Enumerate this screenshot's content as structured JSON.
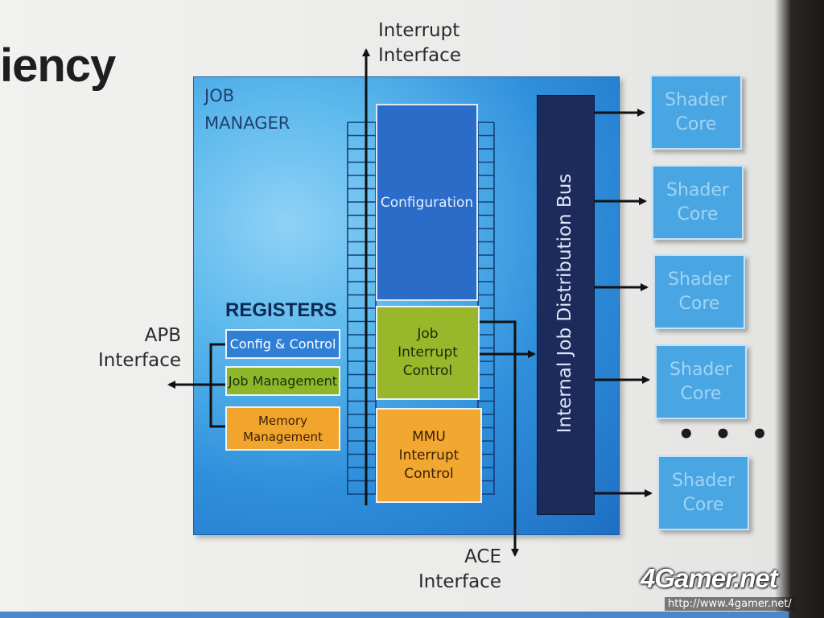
{
  "title_fragment": "iency",
  "job_manager": {
    "title_line1": "JOB",
    "title_line2": "MANAGER"
  },
  "registers": {
    "heading": "REGISTERS",
    "config_control": "Config & Control",
    "job_management": "Job Management",
    "memory_management_line1": "Memory",
    "memory_management_line2": "Management"
  },
  "blocks": {
    "configuration": "Configuration",
    "job_interrupt": [
      "Job",
      "Interrupt",
      "Control"
    ],
    "mmu_interrupt": [
      "MMU",
      "Interrupt",
      "Control"
    ]
  },
  "bus": {
    "label": "Internal Job Distribution Bus"
  },
  "shader_cores": [
    {
      "line1": "Shader",
      "line2": "Core"
    },
    {
      "line1": "Shader",
      "line2": "Core"
    },
    {
      "line1": "Shader",
      "line2": "Core"
    },
    {
      "line1": "Shader",
      "line2": "Core"
    },
    {
      "line1": "Shader",
      "line2": "Core"
    }
  ],
  "ellipsis": "• • •",
  "interfaces": {
    "interrupt": [
      "Interrupt",
      "Interface"
    ],
    "apb": [
      "APB",
      "Interface"
    ],
    "ace": [
      "ACE",
      "Interface"
    ]
  },
  "watermark": {
    "logo": "4Gamer.net",
    "url": "http://www.4gamer.net/"
  },
  "colors": {
    "job_manager_bg": "#2f8fdb",
    "bus": "#1c2a5c",
    "job_green": "#9ab62b",
    "mmu_orange": "#f2a730",
    "config_blue": "#2b6cc9",
    "shader": "#4aa6e2"
  }
}
